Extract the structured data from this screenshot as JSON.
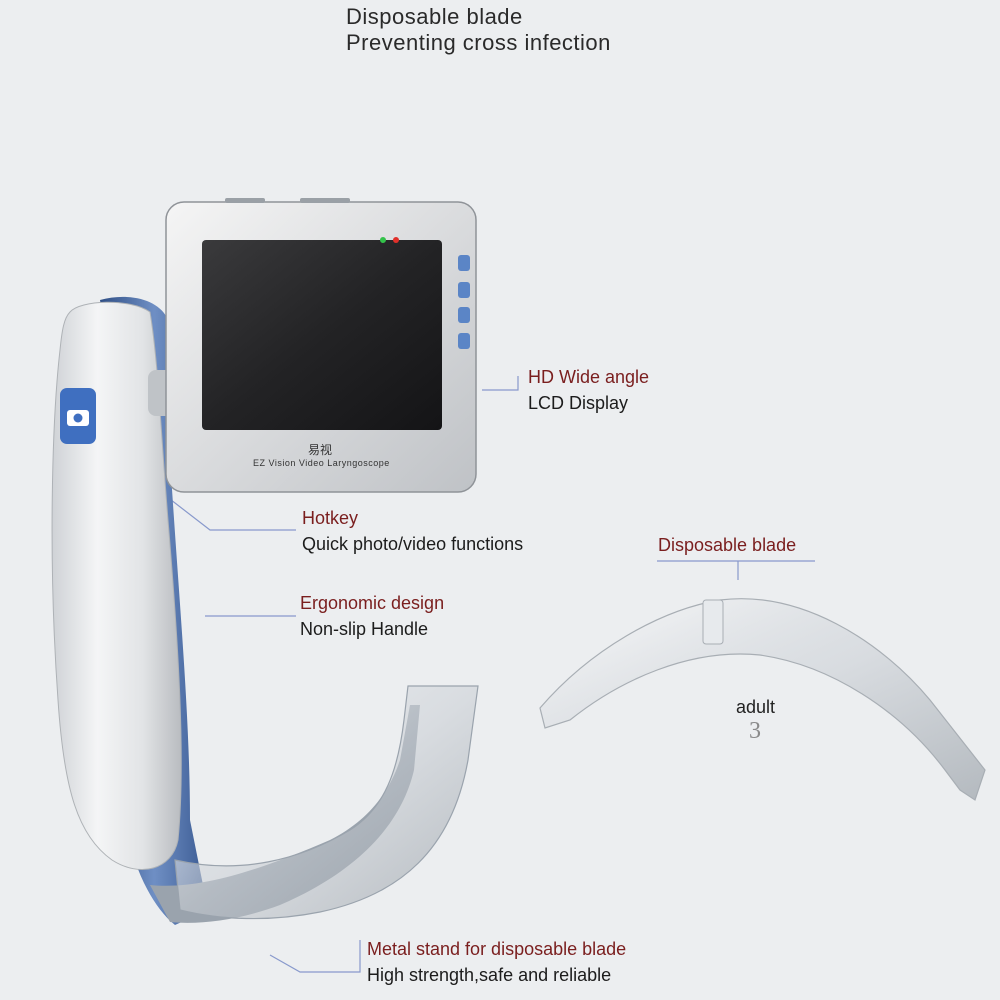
{
  "headline": {
    "line1": "Disposable blade",
    "line2": "Preventing cross infection"
  },
  "screen": {
    "brand_logo": "易视",
    "model_text": "EZ Vision Video Laryngoscope"
  },
  "callouts": {
    "display": {
      "title": "HD Wide angle",
      "subtitle": "LCD Display"
    },
    "hotkey": {
      "title": "Hotkey",
      "subtitle": "Quick photo/video functions"
    },
    "handle": {
      "title": "Ergonomic design",
      "subtitle": "Non-slip Handle"
    },
    "stand": {
      "title": "Metal stand for disposable blade",
      "subtitle": "High strength,safe and reliable"
    }
  },
  "blade": {
    "label": "Disposable blade",
    "size_word": "adult",
    "size_number": "3"
  },
  "colors": {
    "background": "#eceef0",
    "callout_title": "#7a1e1e",
    "leader_line": "#8899cc",
    "handle_blue": "#4f6fa8"
  }
}
